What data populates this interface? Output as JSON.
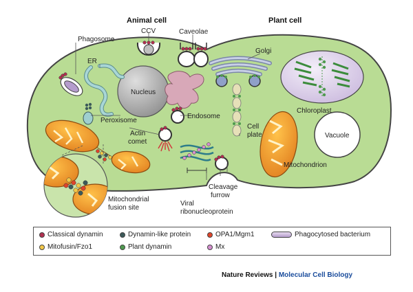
{
  "titles": {
    "animal": "Animal cell",
    "plant": "Plant cell"
  },
  "labels": {
    "phagosome": "Phagosome",
    "ccv": "CCV",
    "caveolae": "Caveolae",
    "golgi": "Golgi",
    "er": "ER",
    "nucleus": "Nucleus",
    "chloroplast": "Chloroplast",
    "peroxisome": "Peroxisome",
    "endosome": "Endosome",
    "cell_plate_1": "Cell",
    "cell_plate_2": "plate",
    "vacuole": "Vacuole",
    "actin_1": "Actin",
    "actin_2": "comet",
    "mitochondrion": "Mitochondrion",
    "cleavage_1": "Cleavage",
    "cleavage_2": "furrow",
    "fusion_1": "Mitochondrial",
    "fusion_2": "fusion site",
    "viral_1": "Viral",
    "viral_2": "ribonucleoprotein"
  },
  "legend": {
    "classical_dynamin": "Classical dynamin",
    "dynamin_like": "Dynamin-like protein",
    "opa1": "OPA1/Mgm1",
    "phagocytosed": "Phagocytosed bacterium",
    "mitofusin": "Mitofusin/Fzo1",
    "plant_dynamin": "Plant dynamin",
    "mx": "Mx"
  },
  "colors": {
    "cytoplasm": "#b9dc94",
    "membrane": "#444444",
    "nucleus": "#a9a9a9",
    "er": "#9fcfcf",
    "endosome": "#d8a8b8",
    "mitochondrion": "#e9922a",
    "chloroplast": "#ddd3ea",
    "classical_dynamin": "#b03050",
    "dynamin_like": "#3c5a5a",
    "opa1": "#e0442a",
    "mitofusin": "#f2c84a",
    "plant_dynamin": "#4f9a4f",
    "mx": "#d58fd0",
    "brand_blue": "#1a4c9c"
  },
  "footer": {
    "journal": "Nature Reviews",
    "separator": " | ",
    "section": "Molecular Cell Biology"
  }
}
